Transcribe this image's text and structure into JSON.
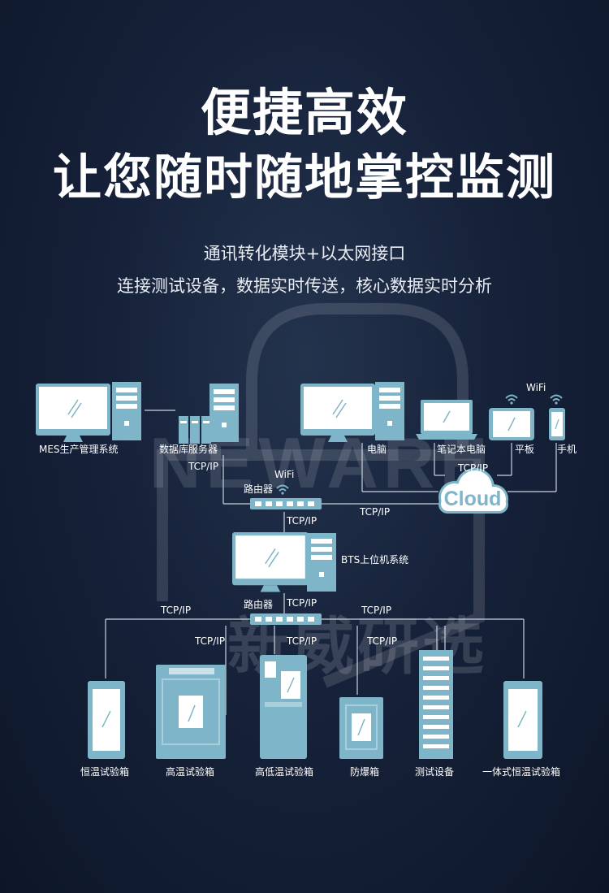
{
  "heading": {
    "line1": "便捷高效",
    "line2": "让您随时随地掌控监测"
  },
  "subheading": {
    "line1": "通讯转化模块+以太网接口",
    "line2": "连接测试设备，数据实时传送，核心数据实时分析"
  },
  "watermark": {
    "brand": "NEWARE",
    "cn": "新威研选"
  },
  "colors": {
    "device": "#7fb5c9",
    "screen": "#ffffff",
    "line": "#c9d3dd",
    "background": "#16223a"
  },
  "top_devices": {
    "mes": "MES生产管理系统",
    "db_server": "数据库服务器",
    "pc": "电脑",
    "laptop": "笔记本电脑",
    "tablet": "平板",
    "phone": "手机"
  },
  "network": {
    "wifi": "WiFi",
    "router": "路由器",
    "cloud": "Cloud",
    "bts": "BTS上位机系统",
    "tcp_ip": "TCP/IP"
  },
  "bottom_devices": [
    "恒温试验箱",
    "高温试验箱",
    "高低温试验箱",
    "防爆箱",
    "测试设备",
    "一体式恒温试验箱"
  ]
}
